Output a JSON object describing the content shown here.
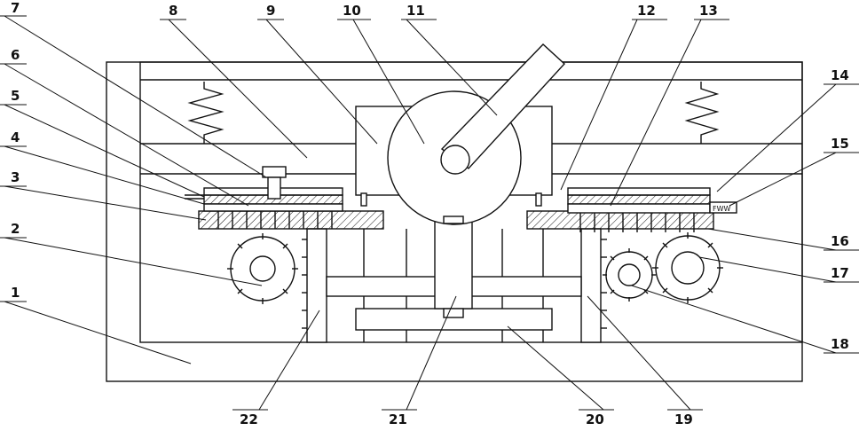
{
  "labels": [
    {
      "id": "1",
      "text": "1"
    },
    {
      "id": "2",
      "text": "2"
    },
    {
      "id": "3",
      "text": "3"
    },
    {
      "id": "4",
      "text": "4"
    },
    {
      "id": "5",
      "text": "5"
    },
    {
      "id": "6",
      "text": "6"
    },
    {
      "id": "7",
      "text": "7"
    },
    {
      "id": "8",
      "text": "8"
    },
    {
      "id": "9",
      "text": "9"
    },
    {
      "id": "10",
      "text": "10"
    },
    {
      "id": "11",
      "text": "11"
    },
    {
      "id": "12",
      "text": "12"
    },
    {
      "id": "13",
      "text": "13"
    },
    {
      "id": "14",
      "text": "14"
    },
    {
      "id": "15",
      "text": "15"
    },
    {
      "id": "16",
      "text": "16"
    },
    {
      "id": "17",
      "text": "17"
    },
    {
      "id": "18",
      "text": "18"
    },
    {
      "id": "19",
      "text": "19"
    },
    {
      "id": "20",
      "text": "20"
    },
    {
      "id": "21",
      "text": "21"
    },
    {
      "id": "22",
      "text": "22"
    }
  ],
  "spring_box_text": "FWW"
}
